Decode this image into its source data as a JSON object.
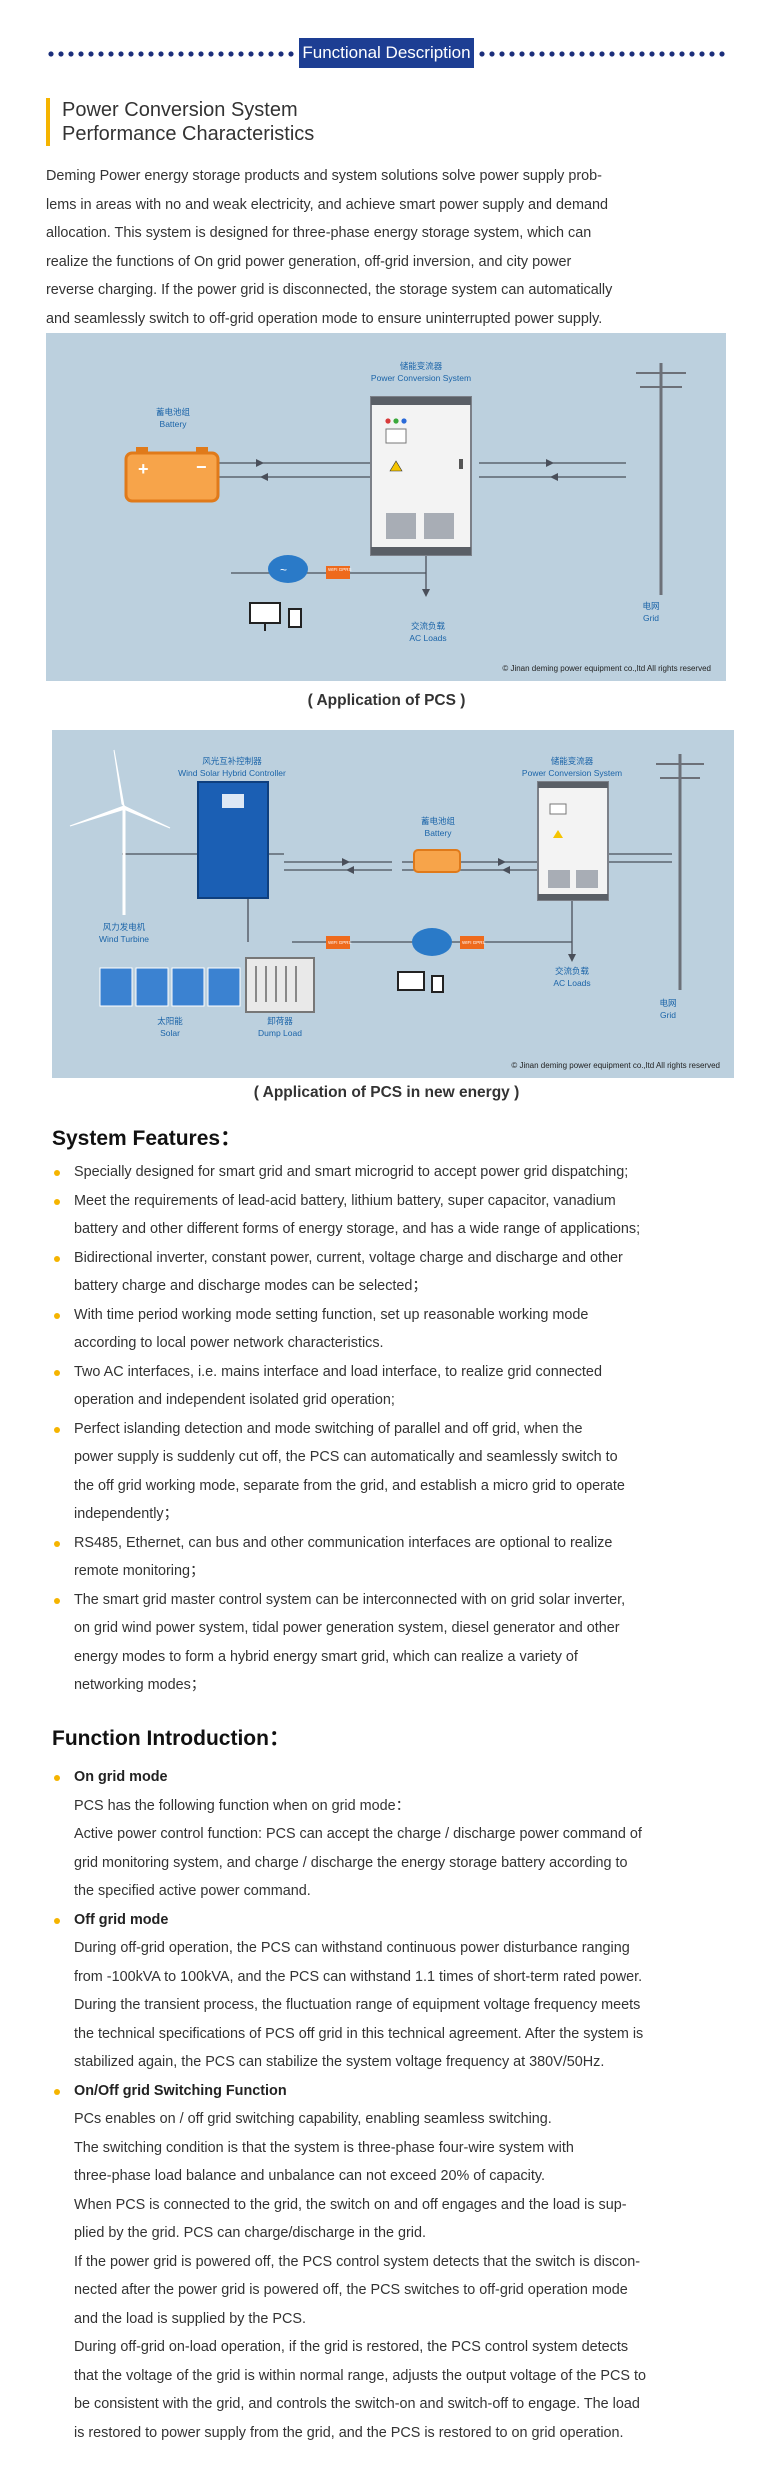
{
  "banner": {
    "title": "Functional Description"
  },
  "section": {
    "title_line1": "Power Conversion System",
    "title_line2": "Performance Characteristics"
  },
  "intro": [
    "Deming Power energy storage products and system solutions solve power supply prob-",
    "lems in areas with no and weak electricity, and achieve smart power supply and demand",
    "allocation. This system is designed for three-phase energy storage system, which can",
    "realize the functions of On grid power generation, off-grid inversion, and city power",
    "reverse charging. If the power grid is disconnected, the storage system can automatically",
    "and seamlessly switch to off-grid operation mode to ensure uninterrupted power supply."
  ],
  "figure1": {
    "pcs_cn": "储能变流器",
    "pcs_en": "Power Conversion System",
    "battery_cn": "蓄电池组",
    "battery_en": "Battery",
    "ac_loads_cn": "交流负载",
    "ac_loads_en": "AC Loads",
    "grid_cn": "电网",
    "grid_en": "Grid",
    "wifi_tag": "WIFI GPRS",
    "copyright": "© Jinan deming power equipment co.,ltd All rights reserved",
    "caption": "( Application of PCS )"
  },
  "figure2": {
    "controller_cn": "风光互补控制器",
    "controller_en": "Wind Solar Hybrid Controller",
    "pcs_cn": "储能变流器",
    "pcs_en": "Power Conversion System",
    "battery_cn": "蓄电池组",
    "battery_en": "Battery",
    "turbine_cn": "风力发电机",
    "turbine_en": "Wind Turbine",
    "solar_cn": "太阳能",
    "solar_en": "Solar",
    "dump_cn": "卸荷器",
    "dump_en": "Dump Load",
    "ac_loads_cn": "交流负载",
    "ac_loads_en": "AC Loads",
    "grid_cn": "电网",
    "grid_en": "Grid",
    "wifi_tag": "WIFI GPRS",
    "copyright": "© Jinan deming power equipment co.,ltd All rights reserved",
    "caption": "( Application of PCS in new energy )"
  },
  "features": {
    "heading": "System  Features：",
    "items": [
      [
        "Specially designed for smart grid and smart microgrid to accept power grid dispatching;"
      ],
      [
        "Meet the requirements of lead-acid battery, lithium battery, super capacitor, vanadium",
        "battery and other different forms of energy storage, and has a wide range of applications;"
      ],
      [
        "Bidirectional inverter, constant power, current, voltage charge and discharge and other",
        "battery charge and discharge modes can be selected；"
      ],
      [
        "With time period working mode setting function, set up reasonable working mode",
        "according to local power network characteristics."
      ],
      [
        "Two AC interfaces, i.e. mains interface and load interface, to realize grid connected",
        "operation and independent isolated grid operation;"
      ],
      [
        "Perfect islanding detection and mode switching of parallel and off grid, when the",
        "power supply is suddenly cut off, the PCS can automatically and seamlessly switch to",
        "the off grid working mode, separate from the grid, and establish a micro grid to operate",
        "independently；"
      ],
      [
        "RS485, Ethernet, can bus and other communication interfaces are optional to realize",
        "remote monitoring；"
      ],
      [
        "The smart grid master control system can be interconnected with on grid solar inverter,",
        "on grid wind power system, tidal power generation system, diesel generator and other",
        "energy modes to form a hybrid energy smart grid, which can realize a variety of",
        "networking modes；"
      ]
    ]
  },
  "functions": {
    "heading": "Function Introduction：",
    "items": [
      {
        "title": "On grid mode",
        "lines": [
          "PCS has the following function when on grid mode：",
          "Active power control function: PCS can accept the charge / discharge power command of",
          "grid monitoring system, and charge / discharge the energy storage battery according to",
          "the specified active power command."
        ]
      },
      {
        "title": "Off grid mode",
        "lines": [
          "During off-grid operation, the PCS can withstand continuous power disturbance ranging",
          "from -100kVA to 100kVA, and the PCS can withstand 1.1 times of short-term rated power.",
          "During the transient process, the fluctuation range of equipment voltage frequency meets",
          "the technical specifications of PCS off grid in this technical agreement. After the system is",
          "stabilized again, the PCS can stabilize the system voltage frequency at 380V/50Hz."
        ]
      },
      {
        "title": "On/Off grid Switching Function",
        "lines": [
          "PCs enables on / off grid switching capability, enabling seamless switching.",
          "The switching condition is that the system is three-phase four-wire system with",
          "three-phase load balance and unbalance can not exceed 20% of capacity.",
          "When PCS is connected to the grid, the switch on and off engages and the load is sup-",
          "plied by the grid. PCS can charge/discharge in the grid.",
          "If the power grid is powered off, the PCS control system detects that the switch is discon-",
          "nected after the power grid is powered off, the PCS switches to off-grid operation mode",
          "and the load is supplied by the PCS.",
          "During off-grid on-load operation, if the grid is restored, the PCS control system detects",
          "that the voltage of the grid is within normal range, adjusts the output voltage of the PCS to",
          "be consistent with the grid, and controls the switch-on and switch-off to engage. The load",
          "is restored to power supply from the grid, and the PCS is restored to on grid operation."
        ]
      }
    ]
  }
}
